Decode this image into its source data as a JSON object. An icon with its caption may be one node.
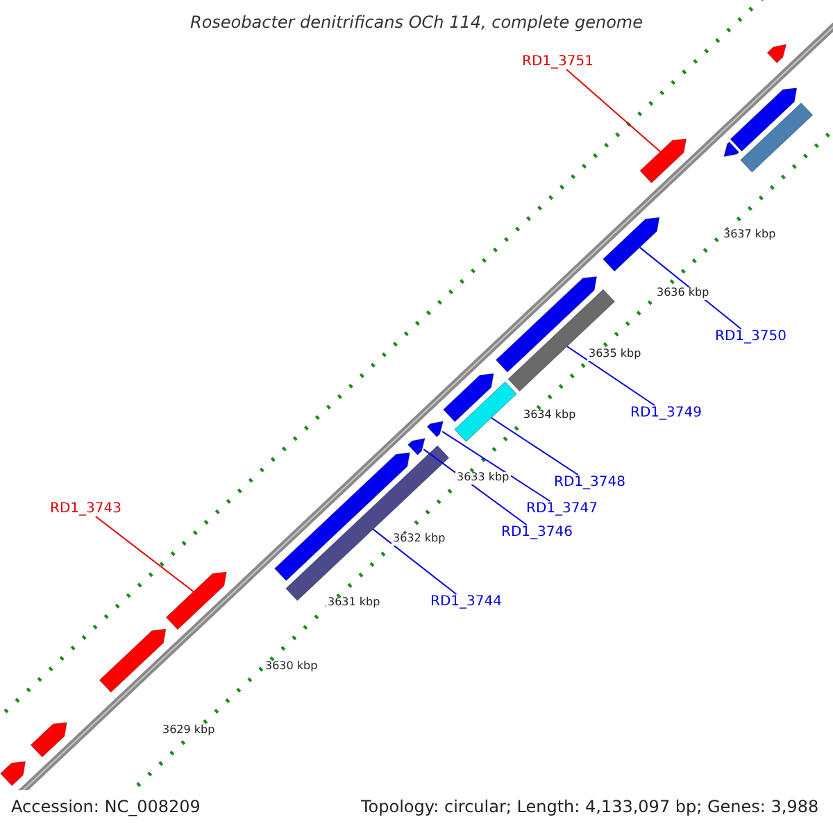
{
  "diagram": {
    "title": "Roseobacter denitrificans OCh 114, complete genome",
    "nodes": [
      {
        "text": [
          "RD1_3751"
        ]
      },
      {
        "text": [],
        "shape": "arrow"
      },
      {
        "text": [
          "RD1_3743"
        ]
      },
      {
        "text": [],
        "shape": "arrow"
      },
      {
        "text": [
          "RD1_3750"
        ]
      },
      {
        "text": [],
        "shape": "arrow"
      },
      {
        "text": [
          "RD1_3749"
        ]
      },
      {
        "text": [],
        "shape": "bar"
      },
      {
        "text": [
          "RD1_3748"
        ]
      },
      {
        "text": [],
        "shape": "bar"
      },
      {
        "text": [
          "RD1_3747"
        ]
      },
      {
        "text": [],
        "shape": "arrow"
      },
      {
        "text": [
          "RD1_3746"
        ]
      },
      {
        "text": [],
        "shape": "arrow"
      },
      {
        "text": [
          "RD1_3744"
        ]
      },
      {
        "text": [],
        "shape": "bar"
      },
      {
        "text": [],
        "shape": "arrow"
      },
      {
        "text": [],
        "shape": "arrow"
      },
      {
        "text": [],
        "shape": "arrow"
      },
      {
        "text": [],
        "shape": "arrow"
      },
      {
        "text": [],
        "shape": "arrow"
      },
      {
        "text": [],
        "shape": "arrow"
      },
      {
        "text": [],
        "shape": "arrow"
      },
      {
        "text": [],
        "shape": "arrow"
      },
      {
        "text": [],
        "shape": "arrow"
      },
      {
        "text": [],
        "shape": "bar"
      }
    ],
    "edges": [
      {
        "from": 0,
        "to": 1,
        "arrow": "none",
        "color": "#e00000"
      },
      {
        "from": 2,
        "to": 3,
        "arrow": "none",
        "color": "#e00000"
      },
      {
        "from": 4,
        "to": 5,
        "arrow": "none"
      },
      {
        "from": 6,
        "to": 7,
        "arrow": "none"
      },
      {
        "from": 8,
        "to": 9,
        "arrow": "none"
      },
      {
        "from": 10,
        "to": 11,
        "arrow": "none"
      },
      {
        "from": 12,
        "to": 13,
        "arrow": "none"
      },
      {
        "from": 14,
        "to": 15,
        "arrow": "none"
      }
    ],
    "labels": [
      "3637 kbp",
      "3636 kbp",
      "3635 kbp",
      "3634 kbp",
      "3633 kbp",
      "3632 kbp",
      "3631 kbp",
      "3630 kbp",
      "3629 kbp",
      "Accession: NC_008209",
      "Topology: circular; Length: 4,133,097 bp; Genes: 3,988"
    ]
  }
}
